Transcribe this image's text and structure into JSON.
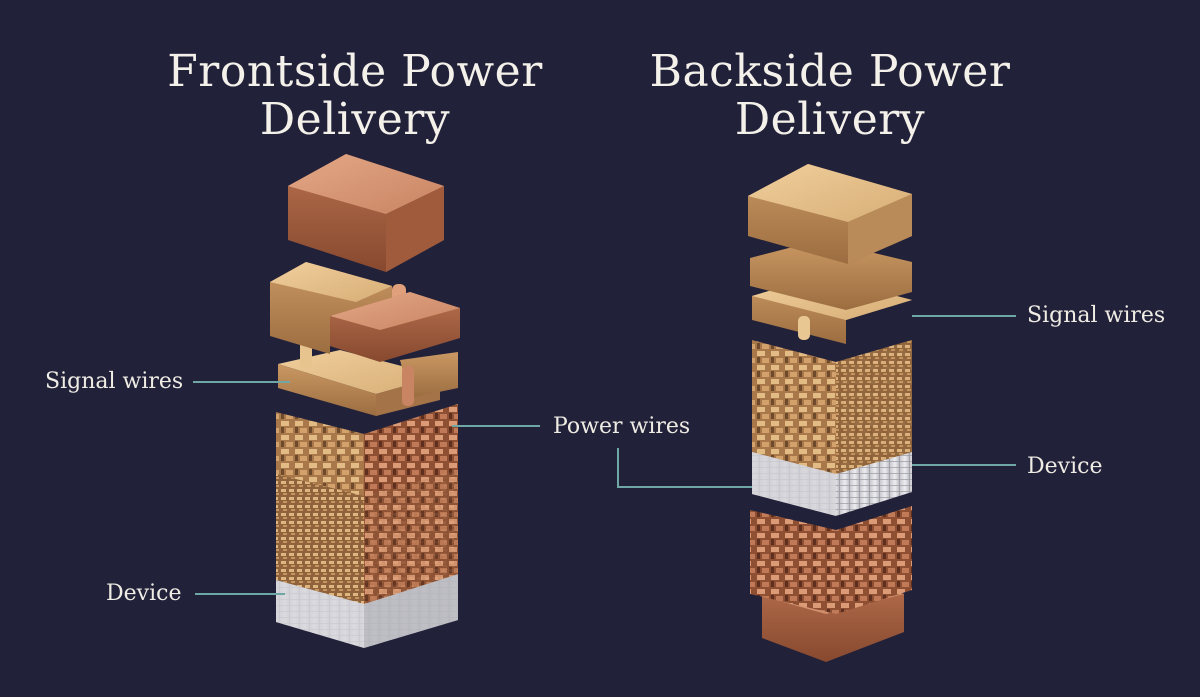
{
  "frontside": {
    "title_line1": "Frontside Power",
    "title_line2": "Delivery",
    "labels": {
      "signal": "Signal wires",
      "power": "Power wires",
      "device": "Device"
    }
  },
  "backside": {
    "title_line1": "Backside Power",
    "title_line2": "Delivery",
    "labels": {
      "signal": "Signal wires",
      "device": "Device"
    }
  },
  "colors": {
    "background": "#22213a",
    "text": "#f4f1ea",
    "leader_line": "#6fa7a7",
    "gold": "#d6a86f",
    "copper": "#c8845f",
    "device": "#d9d9dc"
  }
}
